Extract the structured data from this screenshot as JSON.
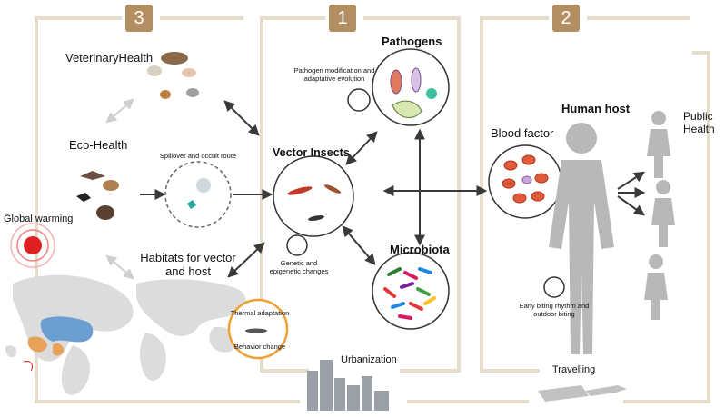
{
  "panels": {
    "p1": {
      "number": "1"
    },
    "p2": {
      "number": "2"
    },
    "p3": {
      "number": "3"
    }
  },
  "labels": {
    "veterinary_health": "VeterinaryHealth",
    "eco_health": "Eco-Health",
    "spillover": "Spillover and occult route",
    "vector_insects": "Vector Insects",
    "pathogens": "Pathogens",
    "pathogen_modification": "Pathogen modification and adaptative evolution",
    "microbiota": "Microbiota",
    "genetic_changes": "Genetic and epigenetic changes",
    "habitats": "Habitats for vector and host",
    "global_warming": "Global warming",
    "thermal_adaptation": "Thermal adaptation",
    "behavior_change": "Behavior change",
    "urbanization": "Urbanization",
    "human_host": "Human host",
    "blood_factor": "Blood factor",
    "public_health": "Public Health",
    "biting": "Early biting rhythm and outdoor biting",
    "travelling": "Travelling"
  },
  "colors": {
    "frame": "#e6dccb",
    "badge": "#b28e62",
    "arrow": "#3a3a3a",
    "light_arrow": "#cfcfcf",
    "silhouette": "#b8b8b8",
    "map": "#dcdcdc",
    "region_blue": "#6b9fd1",
    "region_orange": "#e8a15a",
    "warming_red": "#e02020",
    "thermal_ring": "#f0a030"
  }
}
